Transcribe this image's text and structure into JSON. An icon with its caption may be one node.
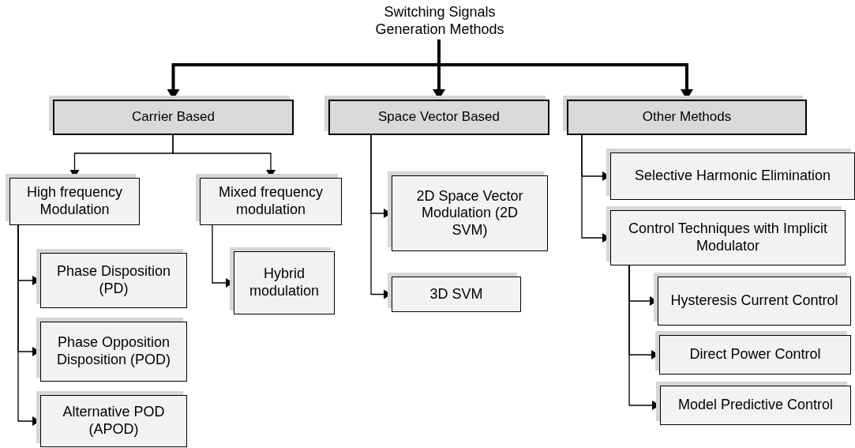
{
  "diagram": {
    "nodes": [
      {
        "text": [
          "Switching Signals Generation Methods"
        ]
      },
      {
        "text": [
          "Carrier Based"
        ]
      },
      {
        "text": [
          "Space Vector Based"
        ]
      },
      {
        "text": [
          "Other Methods"
        ]
      },
      {
        "text": [
          "High frequency Modulation"
        ]
      },
      {
        "text": [
          "Mixed frequency modulation"
        ]
      },
      {
        "text": [
          "2D Space Vector Modulation (2D SVM)"
        ]
      },
      {
        "text": [
          "3D SVM"
        ]
      },
      {
        "text": [
          "Selective Harmonic Elimination"
        ]
      },
      {
        "text": [
          "Control Techniques with Implicit Modulator"
        ]
      },
      {
        "text": [
          "Phase Disposition (PD)"
        ]
      },
      {
        "text": [
          "Phase Opposition Disposition (POD)"
        ]
      },
      {
        "text": [
          "Alternative POD (APOD)"
        ]
      },
      {
        "text": [
          "Hybrid modulation"
        ]
      },
      {
        "text": [
          "Hysteresis Current Control"
        ]
      },
      {
        "text": [
          "Direct Power Control"
        ]
      },
      {
        "text": [
          "Model Predictive Control"
        ]
      }
    ],
    "edges": [
      {
        "from": 0,
        "to": 1,
        "arrow": "to",
        "style": "thick"
      },
      {
        "from": 0,
        "to": 2,
        "arrow": "to",
        "style": "thick"
      },
      {
        "from": 0,
        "to": 3,
        "arrow": "to",
        "style": "thick"
      },
      {
        "from": 1,
        "to": 4,
        "arrow": "to"
      },
      {
        "from": 1,
        "to": 5,
        "arrow": "to"
      },
      {
        "from": 2,
        "to": 6,
        "arrow": "to"
      },
      {
        "from": 2,
        "to": 7,
        "arrow": "to"
      },
      {
        "from": 3,
        "to": 8,
        "arrow": "to"
      },
      {
        "from": 3,
        "to": 9,
        "arrow": "to"
      },
      {
        "from": 4,
        "to": 10,
        "arrow": "to"
      },
      {
        "from": 4,
        "to": 11,
        "arrow": "to"
      },
      {
        "from": 4,
        "to": 12,
        "arrow": "to"
      },
      {
        "from": 5,
        "to": 13,
        "arrow": "to"
      },
      {
        "from": 9,
        "to": 14,
        "arrow": "to"
      },
      {
        "from": 9,
        "to": 15,
        "arrow": "to"
      },
      {
        "from": 9,
        "to": 16,
        "arrow": "to"
      }
    ]
  }
}
